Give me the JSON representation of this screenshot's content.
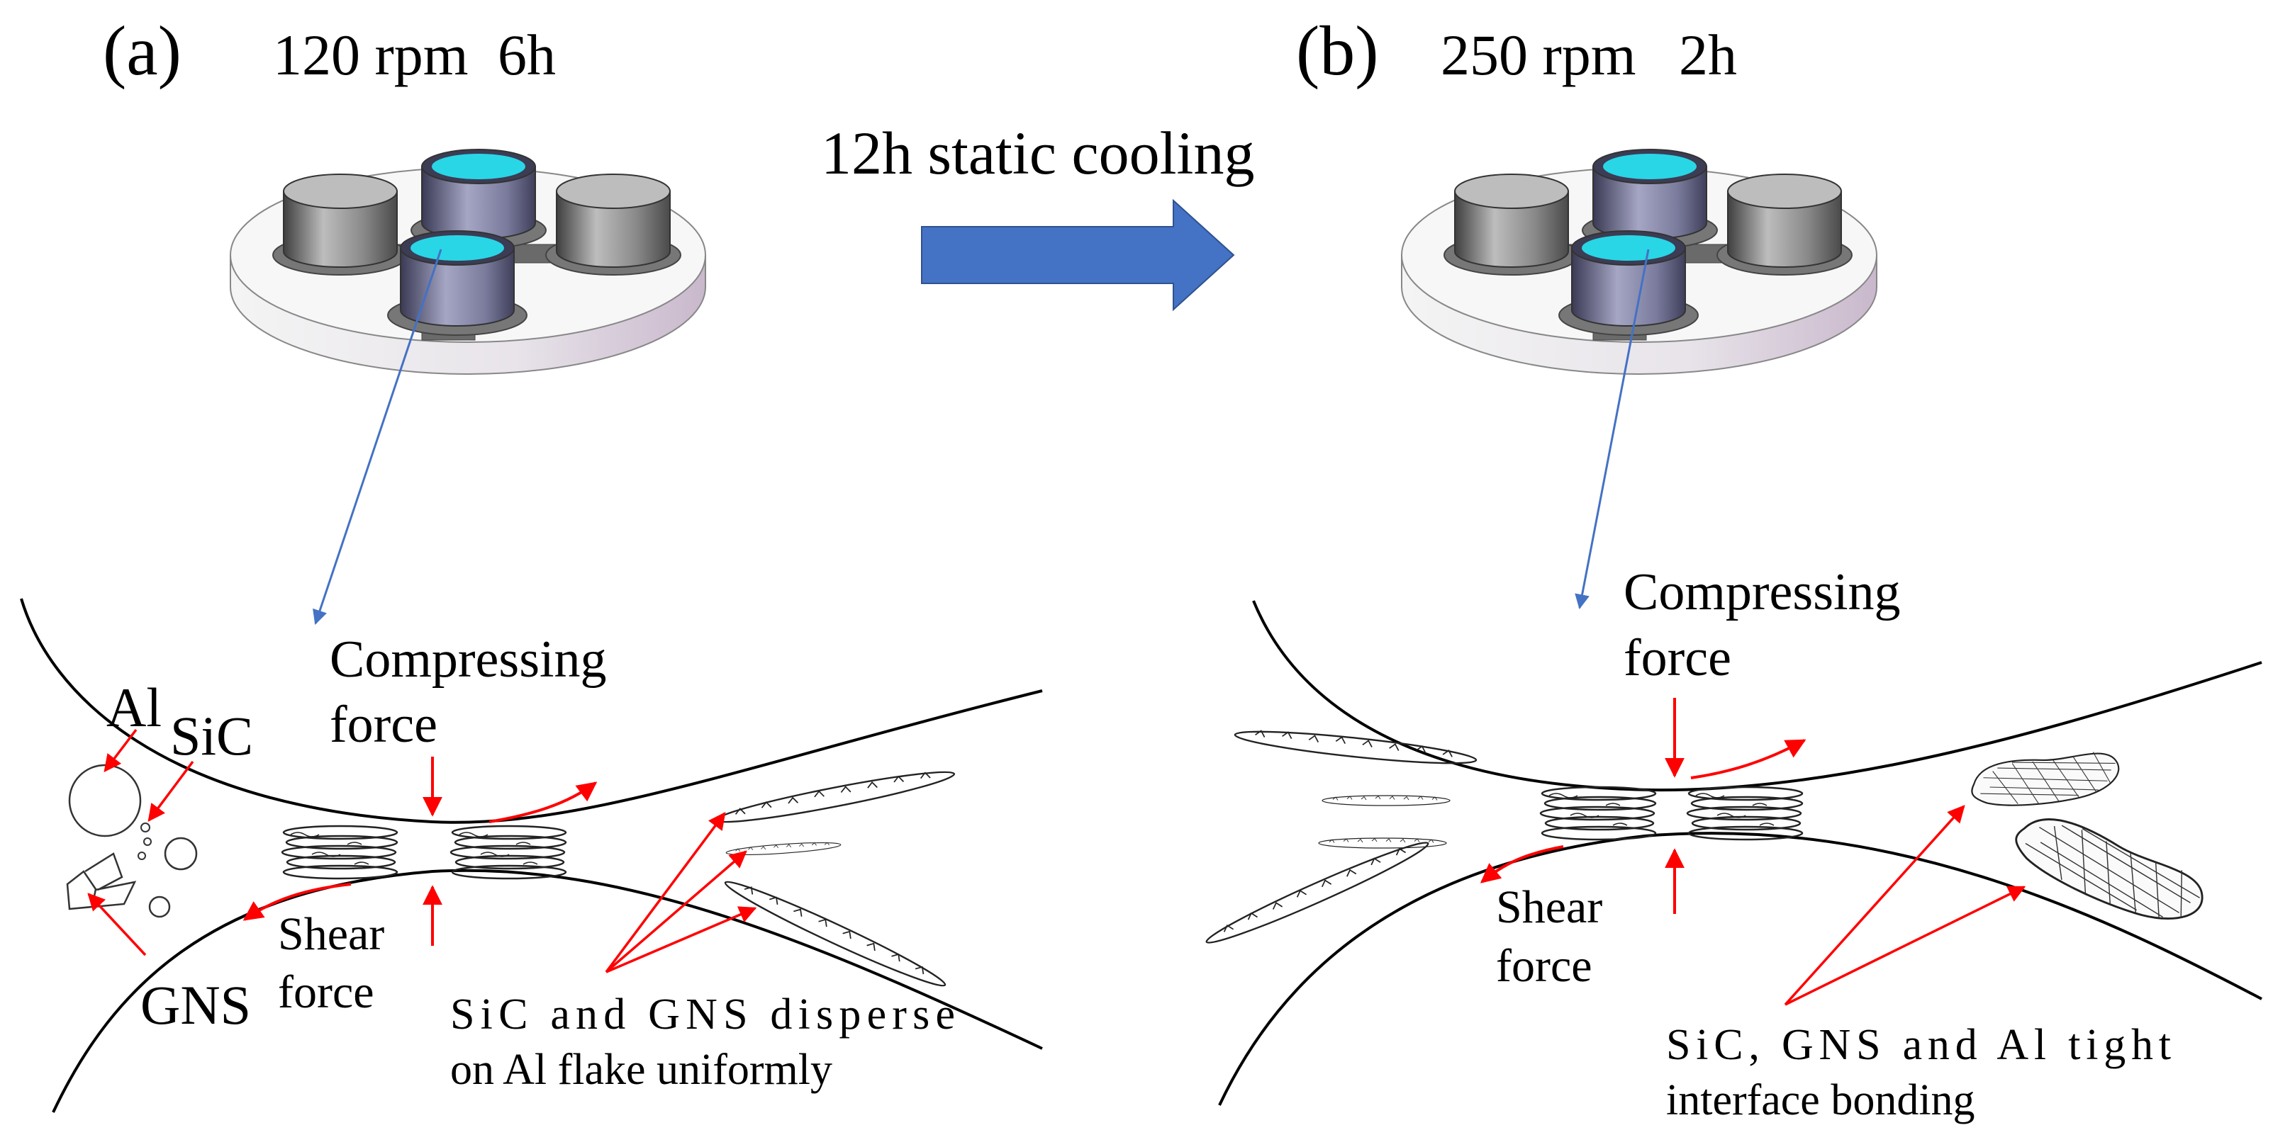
{
  "panel_a": {
    "label": "(a)",
    "condition_speed": "120 rpm",
    "condition_time": "6h",
    "compress_line1": "Compressing",
    "compress_line2": "force",
    "shear_line1": "Shear",
    "shear_line2": "force",
    "particle_al": "Al",
    "particle_sic": "SiC",
    "particle_gns": "GNS",
    "result_line1": "SiC and GNS disperse",
    "result_line2": "on Al flake uniformly"
  },
  "transition": {
    "label": "12h static cooling",
    "arrow_color": "#4472c4"
  },
  "panel_b": {
    "label": "(b)",
    "condition_speed": "250 rpm",
    "condition_time": "2h",
    "compress_line1": "Compressing",
    "compress_line2": "force",
    "shear_line1": "Shear",
    "shear_line2": "force",
    "result_line1": "SiC, GNS and Al tight",
    "result_line2": "interface bonding"
  },
  "colors": {
    "force_arrow": "#ff0000",
    "zoom_line": "#4472c4",
    "jar_lid": "#29d6e6"
  }
}
